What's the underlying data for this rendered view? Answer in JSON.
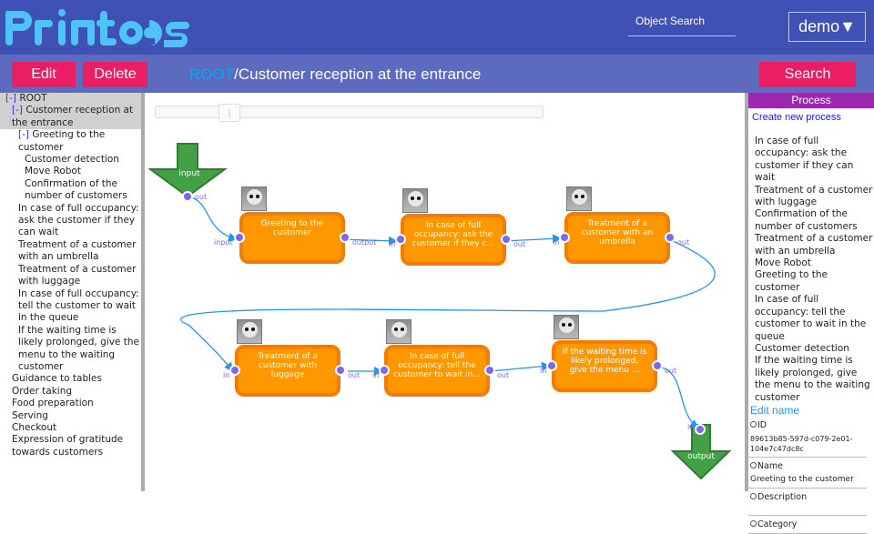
{
  "header": {
    "logo_text": "Printeps",
    "object_search_label": "Object Search",
    "user_menu": "demo▼"
  },
  "toolbar": {
    "edit_label": "Edit",
    "delete_label": "Delete",
    "search_label": "Search",
    "breadcrumb_root": "ROOT",
    "breadcrumb_current": "/Customer reception at the entrance"
  },
  "tree": {
    "items": [
      {
        "toggle": "[-]",
        "label": " ROOT"
      },
      {
        "toggle": "[-]",
        "label": " Customer reception at the entrance"
      },
      {
        "toggle": "[-]",
        "label": " Greeting to the customer"
      },
      {
        "toggle": "",
        "label": "Customer detection"
      },
      {
        "toggle": "",
        "label": "Move Robot"
      },
      {
        "toggle": "",
        "label": "Confirmation of the number of customers"
      },
      {
        "toggle": "",
        "label": "In case of full occupancy: ask the customer if they can wait"
      },
      {
        "toggle": "",
        "label": "Treatment of a customer with an umbrella"
      },
      {
        "toggle": "",
        "label": "Treatment of a customer with luggage"
      },
      {
        "toggle": "",
        "label": "In case of full occupancy: tell the customer to wait in the queue"
      },
      {
        "toggle": "",
        "label": "If the waiting time is likely prolonged, give the menu to the waiting customer"
      },
      {
        "toggle": "",
        "label": "Guidance to tables"
      },
      {
        "toggle": "",
        "label": "Order taking"
      },
      {
        "toggle": "",
        "label": "Food preparation"
      },
      {
        "toggle": "",
        "label": "Serving"
      },
      {
        "toggle": "",
        "label": "Checkout"
      },
      {
        "toggle": "",
        "label": "Expression of gratitude towards customers"
      }
    ]
  },
  "canvas": {
    "zoom_slider_fraction": 0.17,
    "input_node": {
      "label": "input",
      "port": "out"
    },
    "output_node": {
      "label": "output",
      "port": "in"
    },
    "nodes": [
      {
        "label": "Greeting to the customer",
        "in": "input",
        "out": "output"
      },
      {
        "label": "In case of full occupancy: ask the customer if they c...",
        "in": "in",
        "out": "out"
      },
      {
        "label": "Treatment of a customer with an umbrella",
        "in": "in",
        "out": "out"
      },
      {
        "label": "Treatment of a customer with luggage",
        "in": "in",
        "out": "out"
      },
      {
        "label": "In case of full occupancy: tell the customer to wait in...",
        "in": "in",
        "out": "out"
      },
      {
        "label": "If the waiting time is likely prolonged, give the menu ...",
        "in": "in",
        "out": "out"
      }
    ]
  },
  "process_panel": {
    "title": "Process",
    "create_link": "Create new process",
    "items": [
      "In case of full occupancy: ask the customer if they can wait",
      "Treatment of a customer with luggage",
      "Confirmation of the number of customers",
      "Treatment of a customer with an umbrella",
      "Move Robot",
      "Greeting to the customer",
      "In case of full occupancy: tell the customer to wait in the queue",
      "Customer detection",
      "If the waiting time is likely prolonged, give the menu to the waiting customer"
    ],
    "edit_name": "Edit name",
    "fields": [
      {
        "label": "ID",
        "value": "89613b85-597d-c079-2e01-104e7c47dc8c"
      },
      {
        "label": "Name",
        "value": "Greeting to the customer"
      },
      {
        "label": "Description",
        "value": ""
      },
      {
        "label": "Category",
        "value": ""
      }
    ]
  },
  "colors": {
    "topbar": "#3f51b5",
    "toolbar": "#5c6bc0",
    "accent_button": "#e91e63",
    "panel_header": "#9c27b0",
    "node_fill": "#ff9800",
    "port": "#7b68ee",
    "edge": "#2196f3",
    "io_arrow": "#43a047"
  }
}
